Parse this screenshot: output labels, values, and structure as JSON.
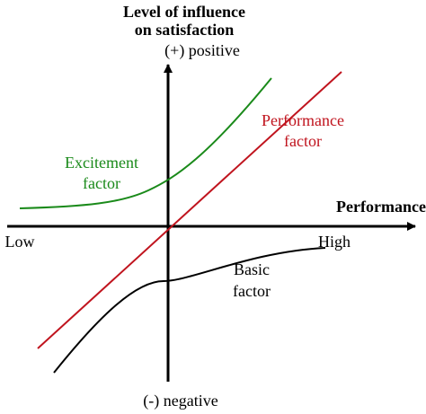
{
  "y_axis": {
    "title_line1": "Level of influence",
    "title_line2": "on satisfaction",
    "top_label": "(+) positive",
    "bottom_label": "(-) negative"
  },
  "x_axis": {
    "title": "Performance",
    "low_label": "Low",
    "high_label": "High"
  },
  "curves": {
    "excitement": {
      "label_line1": "Excitement",
      "label_line2": "factor",
      "color": "#1a8a1a"
    },
    "performance": {
      "label_line1": "Performance",
      "label_line2": "factor",
      "color": "#c0141e"
    },
    "basic": {
      "label_line1": "Basic",
      "label_line2": "factor",
      "color": "#000000"
    }
  },
  "colors": {
    "axis": "#000000"
  }
}
